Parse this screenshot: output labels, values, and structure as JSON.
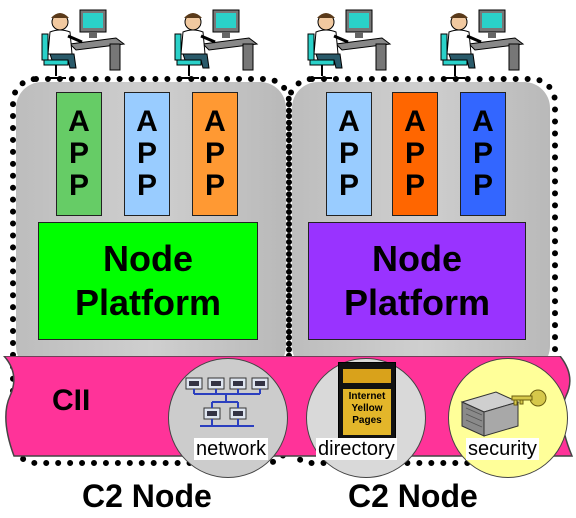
{
  "nodes": [
    {
      "apps": [
        {
          "letters": [
            "A",
            "P",
            "P"
          ],
          "color": "#66cc66"
        },
        {
          "letters": [
            "A",
            "P",
            "P"
          ],
          "color": "#99ccff"
        },
        {
          "letters": [
            "A",
            "P",
            "P"
          ],
          "color": "#ff9933"
        }
      ],
      "platform": {
        "line1": "Node",
        "line2": "Platform",
        "color": "#00ff00"
      },
      "title": "C2 Node"
    },
    {
      "apps": [
        {
          "letters": [
            "A",
            "P",
            "P"
          ],
          "color": "#99ccff"
        },
        {
          "letters": [
            "A",
            "P",
            "P"
          ],
          "color": "#ff6600"
        },
        {
          "letters": [
            "A",
            "P",
            "P"
          ],
          "color": "#3366ff"
        }
      ],
      "platform": {
        "line1": "Node",
        "line2": "Platform",
        "color": "#9933ff"
      },
      "title": "C2 Node"
    }
  ],
  "cii": {
    "label": "CII",
    "color": "#ff3399"
  },
  "services": [
    {
      "label": "network",
      "color": "#cccccc"
    },
    {
      "label": "directory",
      "color": "#d9d9d9"
    },
    {
      "label": "security",
      "color": "#ffff99"
    }
  ],
  "book": {
    "line1": "Internet",
    "line2": "Yellow",
    "line3": "Pages"
  }
}
